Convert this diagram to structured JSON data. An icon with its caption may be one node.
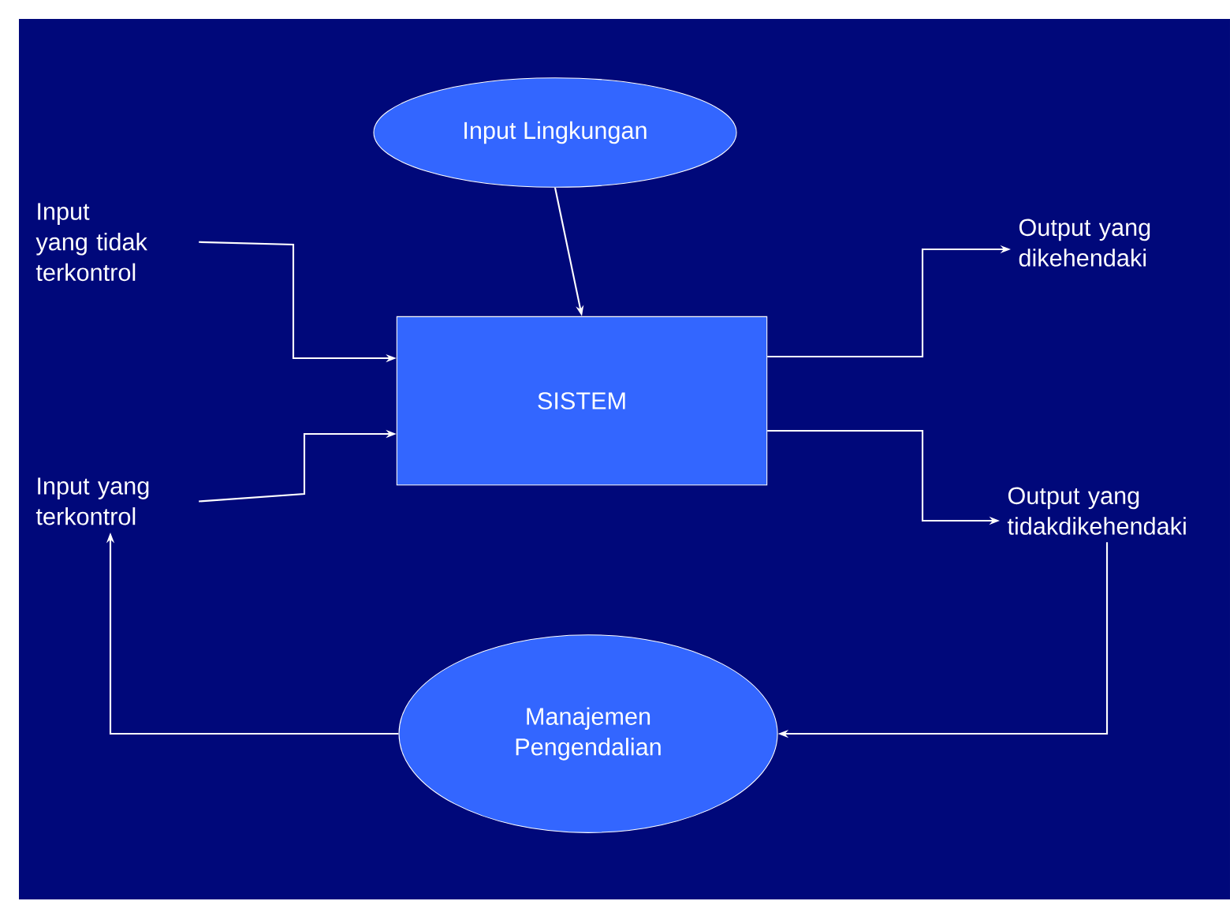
{
  "diagram": {
    "nodes": [
      {
        "text": [
          "Input Lingkungan"
        ]
      },
      {
        "text": [
          "Input yang tidak terkontrol"
        ]
      },
      {
        "text": [
          "SISTEM"
        ]
      },
      {
        "text": [
          "Output yang dikehendaki"
        ]
      },
      {
        "text": [
          "Input yang terkontrol"
        ]
      },
      {
        "text": [
          "Output yang tidakdikehendaki"
        ]
      },
      {
        "text": [
          "Manajemen Pengendalian"
        ]
      }
    ],
    "edges": [
      {
        "from": 0,
        "to": 2,
        "arrow": "to"
      },
      {
        "from": 1,
        "to": 2,
        "arrow": "to"
      },
      {
        "from": 4,
        "to": 2,
        "arrow": "to"
      },
      {
        "from": 2,
        "to": 3,
        "arrow": "to"
      },
      {
        "from": 2,
        "to": 5,
        "arrow": "to"
      },
      {
        "from": 5,
        "to": 6,
        "arrow": "to"
      },
      {
        "from": 6,
        "to": 4,
        "arrow": "to"
      }
    ]
  }
}
